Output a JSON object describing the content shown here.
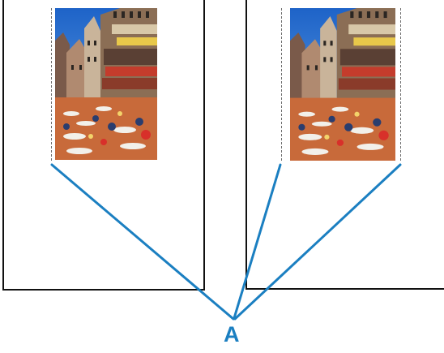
{
  "callout": {
    "label": "A",
    "color": "#1b7fc1"
  },
  "sheets": [
    {
      "name": "left-sheet",
      "icon": "paper-sheet"
    },
    {
      "name": "right-sheet",
      "icon": "paper-sheet"
    }
  ],
  "photo": {
    "subject": "street-cafe-photo-icon"
  }
}
